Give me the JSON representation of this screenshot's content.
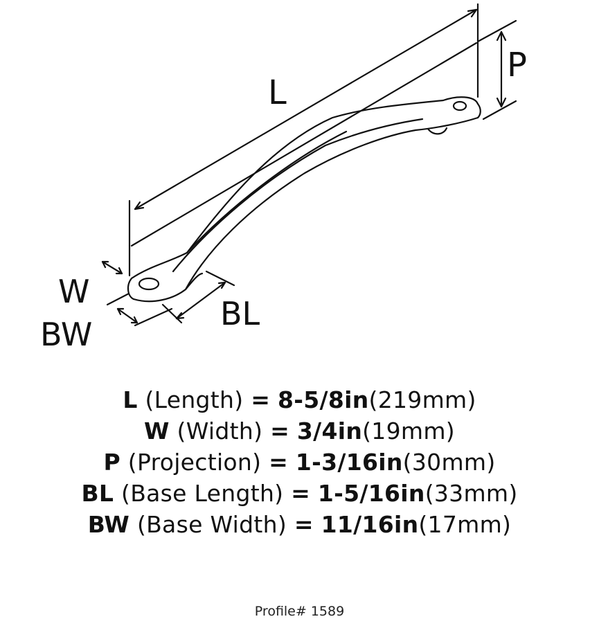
{
  "diagram": {
    "labels": {
      "L": "L",
      "P": "P",
      "W": "W",
      "BL": "BL",
      "BW": "BW"
    }
  },
  "specs": [
    {
      "symbol": "L",
      "name": "(Length)",
      "eq": "=",
      "imperial": "8-5/8in",
      "metric": "(219mm)"
    },
    {
      "symbol": "W",
      "name": "(Width)",
      "eq": "=",
      "imperial": "3/4in",
      "metric": "(19mm)"
    },
    {
      "symbol": "P",
      "name": "(Projection)",
      "eq": "=",
      "imperial": "1-3/16in",
      "metric": "(30mm)"
    },
    {
      "symbol": "BL",
      "name": "(Base Length)",
      "eq": "=",
      "imperial": "1-5/16in",
      "metric": "(33mm)"
    },
    {
      "symbol": "BW",
      "name": "(Base Width)",
      "eq": "=",
      "imperial": "11/16in",
      "metric": "(17mm)"
    }
  ],
  "footer": {
    "profile": "Profile# 1589"
  }
}
